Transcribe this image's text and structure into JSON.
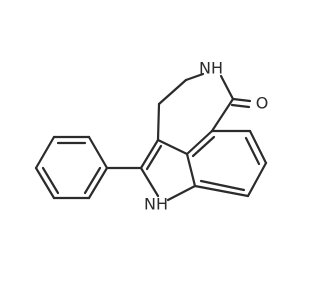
{
  "colors": {
    "bond": "#2b2b2b",
    "background": "#ffffff"
  },
  "labels": {
    "nh_ring": "NH",
    "nh_indole": "NH",
    "carbonyl_o": "O"
  }
}
